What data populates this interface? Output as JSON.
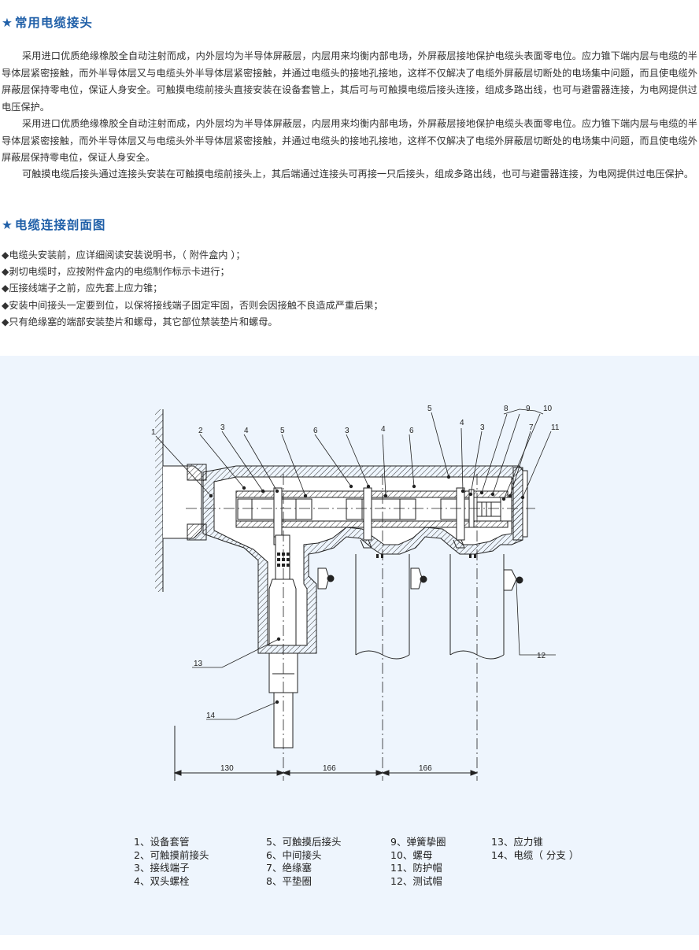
{
  "section1": {
    "star": "★",
    "title": "常用电缆接头",
    "paragraphs": [
      "采用进口优质绝缘橡胶全自动注射而成，内外层均为半导体屏蔽层，内层用来均衡内部电场，外屏蔽层接地保护电缆头表面零电位。应力锥下端内层与电缆的半导体层紧密接触，而外半导体层又与电缆头外半导体层紧密接触，并通过电缆头的接地孔接地，这样不仅解决了电缆外屏蔽层切断处的电场集中问题，而且使电缆外屏蔽层保持零电位，保证人身安全。可触摸电缆前接头直接安装在设备套管上，其后可与可触摸电缆后接头连接，组成多路出线，也可与避雷器连接，为电网提供过电压保护。",
      "采用进口优质绝缘橡胶全自动注射而成，内外层均为半导体屏蔽层，内层用来均衡内部电场，外屏蔽层接地保护电缆头表面零电位。应力锥下端内层与电缆的半导体层紧密接触，而外半导体层又与电缆头外半导体层紧密接触，并通过电缆头的接地孔接地，这样不仅解决了电缆外屏蔽层切断处的电场集中问题，而且使电缆外屏蔽层保持零电位，保证人身安全。",
      "可触摸电缆后接头通过连接头安装在可触摸电缆前接头上，其后端通过连接头可再接一只后接头，组成多路出线，也可与避雷器连接，为电网提供过电压保护。"
    ]
  },
  "section2": {
    "star": "★",
    "title": "电缆连接剖面图",
    "bullets": [
      "◆电缆头安装前，应详细阅读安装说明书，（ 附件盒内 ）；",
      "◆剥切电缆时，应按附件盒内的电缆制作标示卡进行；",
      "◆压接线端子之前，应先套上应力锥；",
      "◆安装中间接头一定要到位，以保将接线端子固定牢固，否则会因接触不良造成严重后果；",
      "◆只有绝缘塞的端部安装垫片和螺母，其它部位禁装垫片和螺母。"
    ]
  },
  "diagram": {
    "callouts": {
      "c1": "1",
      "c2": "2",
      "c3a": "3",
      "c4a": "4",
      "c5a": "5",
      "c6a": "6",
      "c3b": "3",
      "c4b": "4",
      "c6b": "6",
      "c5b": "5",
      "c4c": "4",
      "c3c": "3",
      "c8": "8",
      "c9": "9",
      "c10": "10",
      "c7": "7",
      "c11": "11",
      "c12": "12",
      "c13": "13",
      "c14": "14"
    },
    "dimensions": [
      "130",
      "166",
      "166"
    ],
    "colors": {
      "line": "#222222",
      "panel": "#eef5fd",
      "hatch": "#333333"
    }
  },
  "legend": {
    "col1": [
      "1、设备套管",
      "2、可触摸前接头",
      "3、接线端子",
      "4、双头螺栓"
    ],
    "col2": [
      "5、可触摸后接头",
      "6、中间接头",
      "7、绝缘塞",
      "8、平垫圈"
    ],
    "col3": [
      "9、弹簧挚圈",
      "10、螺母",
      "11、防护帽",
      "12、测试帽"
    ],
    "col4": [
      "13、应力锥",
      "14、电缆（ 分支 ）"
    ]
  }
}
